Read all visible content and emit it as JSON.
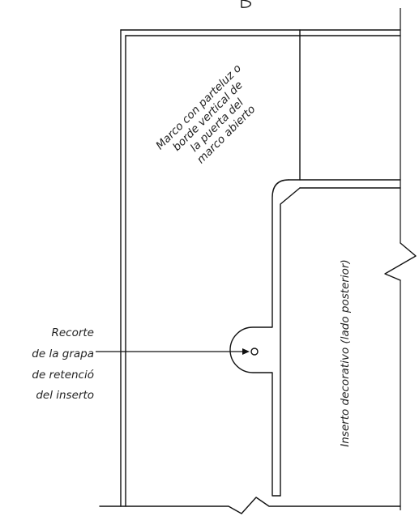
{
  "diagram": {
    "labels": {
      "frame_line1": "Marco con parteluz o",
      "frame_line2": "borde vertical de",
      "frame_line3": "la puerta del",
      "frame_line4": "marco abierto",
      "insert_label": "Inserto decorativo (lado posterior)",
      "cutout_line1": "Recorte",
      "cutout_line2": "de la grapa",
      "cutout_line3": "de retenció",
      "cutout_line4": "del inserto"
    }
  }
}
